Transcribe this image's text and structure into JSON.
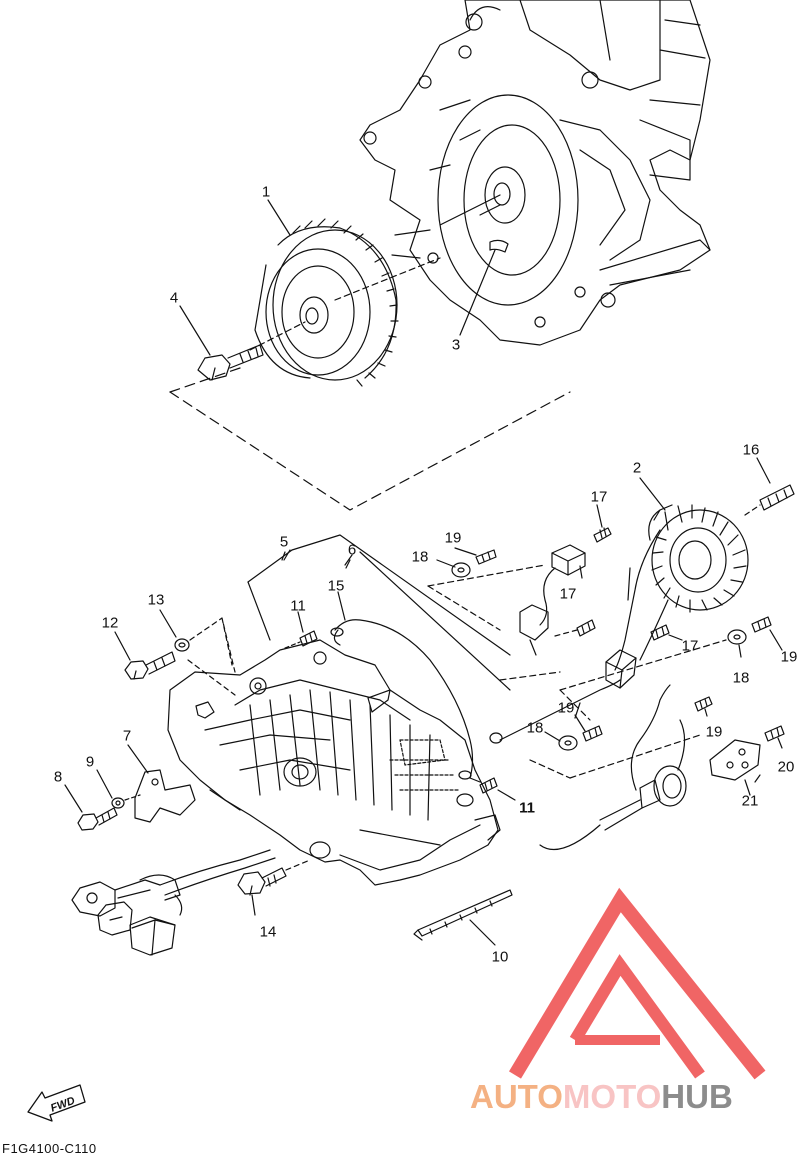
{
  "callouts": {
    "c1": "1",
    "c2": "2",
    "c3": "3",
    "c4": "4",
    "c5": "5",
    "c6": "6",
    "c7": "7",
    "c8": "8",
    "c9": "9",
    "c10": "10",
    "c11a": "11",
    "c11b": "11",
    "c12": "12",
    "c13": "13",
    "c14": "14",
    "c15": "15",
    "c16": "16",
    "c17a": "17",
    "c17b": "17",
    "c17c": "17",
    "c18a": "18",
    "c18b": "18",
    "c18c": "18",
    "c19a": "19",
    "c19b": "19",
    "c19c": "19",
    "c19d": "19",
    "c20": "20",
    "c21": "21"
  },
  "fwd_label": "FWD",
  "diagram_ref": "F1G4100-C110",
  "watermark": {
    "part1": "AUTO",
    "part2": "MOTO",
    "part3": "HUB"
  },
  "colors": {
    "watermark_red": "#ee4b4b",
    "watermark_orange": "#f4b183",
    "watermark_grey": "#8c8c8c",
    "line": "#111111"
  }
}
